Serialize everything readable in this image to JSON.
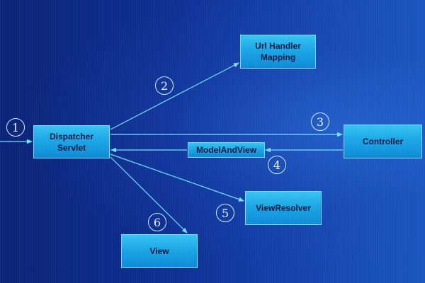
{
  "colors": {
    "line": "#6fe3ff",
    "box_fill": "#1aa6e6",
    "box_text": "#0a1640",
    "step_number": "#e8f7ff"
  },
  "nodes": {
    "dispatcher": {
      "line1": "Dispatcher",
      "line2": "Servlet"
    },
    "url_handler": {
      "line1": "Url Handler",
      "line2": "Mapping"
    },
    "controller": {
      "label": "Controller"
    },
    "model_and_view": {
      "label": "ModelAndView"
    },
    "view_resolver": {
      "label": "ViewResolver"
    },
    "view": {
      "label": "View"
    }
  },
  "steps": [
    "1",
    "2",
    "3",
    "4",
    "5",
    "6"
  ]
}
